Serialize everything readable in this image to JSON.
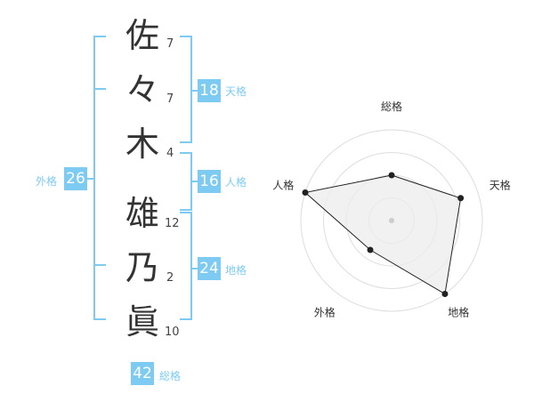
{
  "name": {
    "characters": [
      {
        "char": "佐",
        "strokes": "7"
      },
      {
        "char": "々",
        "strokes": "7"
      },
      {
        "char": "木",
        "strokes": "4"
      },
      {
        "char": "雄",
        "strokes": "12"
      },
      {
        "char": "乃",
        "strokes": "2"
      },
      {
        "char": "眞",
        "strokes": "10"
      }
    ]
  },
  "kaku": {
    "tenkaku": {
      "value": "18",
      "label": "天格"
    },
    "jinkaku": {
      "value": "16",
      "label": "人格"
    },
    "chikaku": {
      "value": "24",
      "label": "地格"
    },
    "gaikaku": {
      "value": "26",
      "label": "外格"
    },
    "soukaku": {
      "value": "42",
      "label": "総格"
    }
  },
  "colors": {
    "accent": "#7dcbf3",
    "text": "#333333"
  },
  "chart_data": {
    "type": "radar",
    "axes": [
      "総格",
      "天格",
      "地格",
      "外格",
      "人格"
    ],
    "values": [
      0.5,
      0.8,
      1.0,
      0.4,
      1.0
    ],
    "range": [
      0,
      1
    ],
    "rings": 4
  }
}
